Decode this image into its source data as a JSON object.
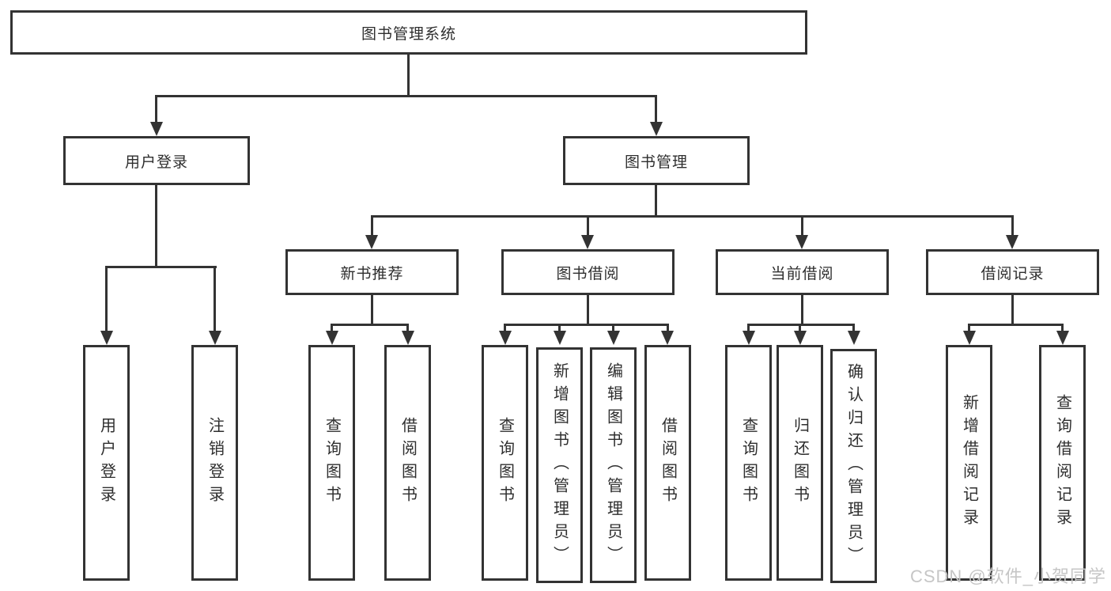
{
  "diagram": {
    "root_label": "图书管理系统",
    "branches": [
      {
        "label": "用户登录",
        "children": [
          {
            "label": "用户登录"
          },
          {
            "label": "注销登录"
          }
        ]
      },
      {
        "label": "图书管理",
        "sections": [
          {
            "label": "新书推荐",
            "children": [
              {
                "label": "查询图书"
              },
              {
                "label": "借阅图书"
              }
            ]
          },
          {
            "label": "图书借阅",
            "children": [
              {
                "label": "查询图书"
              },
              {
                "label": "新增图书（管理员）"
              },
              {
                "label": "编辑图书（管理员）"
              },
              {
                "label": "借阅图书"
              }
            ]
          },
          {
            "label": "当前借阅",
            "children": [
              {
                "label": "查询图书"
              },
              {
                "label": "归还图书"
              },
              {
                "label": "确认归还（管理员）"
              }
            ]
          },
          {
            "label": "借阅记录",
            "children": [
              {
                "label": "新增借阅记录"
              },
              {
                "label": "查询借阅记录"
              }
            ]
          }
        ]
      }
    ]
  },
  "watermark": "CSDN @软件_小贺同学",
  "colors": {
    "line": "#333333",
    "box_fill": "#ffffff",
    "text": "#2e2e2e",
    "watermark": "#c6c6c6",
    "background": "#ffffff"
  }
}
